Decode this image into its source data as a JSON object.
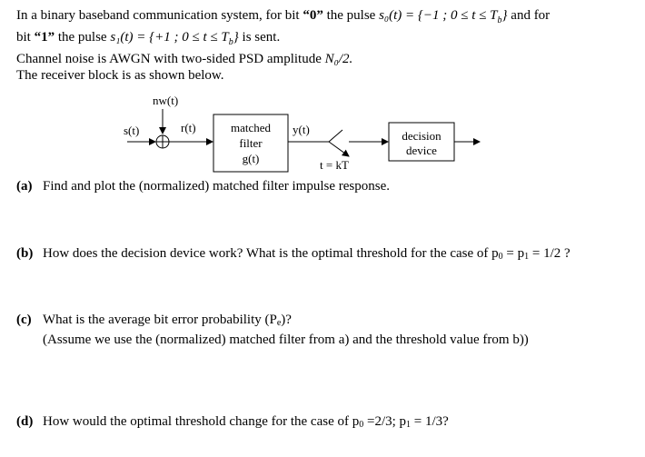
{
  "intro": {
    "line1_a": "In a binary baseband communication system, for bit ",
    "bit0": "“0”",
    "line1_b": " the pulse ",
    "pulse0": "s₀(t) = {−1 ; 0 ≤ t ≤ T",
    "pulse0_sub": "b",
    "pulse0_end": "}",
    "line1_c": " and for",
    "line2_a": "bit ",
    "bit1": "“1”",
    "line2_b": " the pulse ",
    "pulse1": "s₁(t) = {+1 ; 0 ≤ t ≤ T",
    "pulse1_sub": "b",
    "pulse1_end": "}",
    "line2_c": " is sent.",
    "line3_a": "Channel noise is AWGN with two-sided PSD amplitude ",
    "line3_math": "N₀/2.",
    "line4": "The receiver block is as shown below."
  },
  "diagram": {
    "noise_label": "nw(t)",
    "input_label": "s(t)",
    "received_label": "r(t)",
    "filter_line1": "matched",
    "filter_line2": "filter",
    "filter_line3": "g(t)",
    "output_label": "y(t)",
    "sampler_label": "t = kT",
    "decision_line1": "decision",
    "decision_line2": "device"
  },
  "questions": {
    "a": {
      "label": "(a)",
      "text": "Find and plot the (normalized) matched filter impulse response."
    },
    "b": {
      "label": "(b)",
      "text_a": "How does the decision device work? What is the optimal threshold for the case of p",
      "sub0": "0",
      "text_b": " = p",
      "sub1": "1",
      "text_c": " = 1/2 ?"
    },
    "c": {
      "label": "(c)",
      "text_a": "What is the average bit error probability (P",
      "sub_e": "e",
      "text_b": ")?",
      "text_line2": "(Assume we use the (normalized) matched filter from a) and the threshold value from b))"
    },
    "d": {
      "label": "(d)",
      "text_a": "How would the optimal threshold change for the case of p",
      "sub0": "0",
      "text_b": " =2/3; p",
      "sub1": "1",
      "text_c": " = 1/3?"
    }
  }
}
